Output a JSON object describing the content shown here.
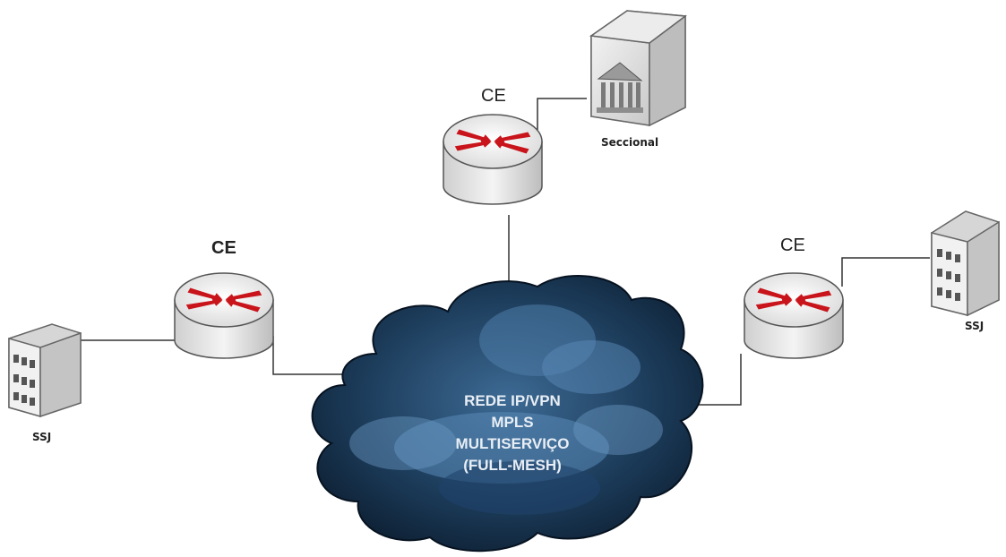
{
  "routers": {
    "top": {
      "label": "CE"
    },
    "left": {
      "label": "CE"
    },
    "right": {
      "label": "CE"
    }
  },
  "sites": {
    "top": {
      "label": "Seccional"
    },
    "left": {
      "label": "SSJ"
    },
    "right": {
      "label": "SSJ"
    }
  },
  "cloud": {
    "lines": [
      "REDE IP/VPN",
      "MPLS",
      "MULTISERVIÇO",
      "(FULL-MESH)"
    ]
  },
  "colors": {
    "cloud_dark": "#0b1b2c",
    "cloud_light": "#5a8ab8",
    "arrow_red": "#c8141a",
    "router_body": "#e6e6e6"
  }
}
